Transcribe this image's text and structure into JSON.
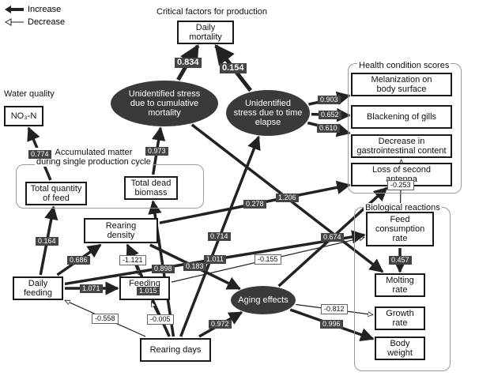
{
  "legend": {
    "increase": "Increase",
    "decrease": "Decrease"
  },
  "sections": {
    "critical": "Critical factors for production",
    "health": "Health condition scores",
    "water": "Water quality",
    "accumulated": "Accumulated matter\nduring single production cycle",
    "biological": "Biological reactions"
  },
  "nodes": {
    "daily_mortality": "Daily\nmortality",
    "stress_cum": "Unidentified stress\ndue to cumulative\nmortality",
    "stress_time": "Unidentified\nstress due to time\nelapse",
    "melanization": "Melanization on\nbody surface",
    "gills": "Blackening of gills",
    "gi": "Decrease in\ngastrointestinal content",
    "antenna": "Loss of second\nantenna",
    "no3": "NO₃-N",
    "total_feed": "Total quantity\nof feed",
    "dead_biomass": "Total dead\nbiomass",
    "rearing_density": "Rearing\ndensity",
    "daily_feeding": "Daily\nfeeding",
    "feeding_rate": "Feeding\nrate",
    "rearing_days": "Rearing days",
    "aging": "Aging effects",
    "feed_consumption": "Feed\nconsumption\nrate",
    "molting": "Molting\nrate",
    "growth": "Growth\nrate",
    "body_weight": "Body\nweight"
  },
  "edges": [
    {
      "from": "stress_cum",
      "to": "daily_mortality",
      "label": "0.834",
      "type": "increase"
    },
    {
      "from": "stress_time",
      "to": "daily_mortality",
      "label": "0.154",
      "type": "increase"
    },
    {
      "from": "stress_time",
      "to": "melanization",
      "label": "0.903",
      "type": "increase"
    },
    {
      "from": "stress_time",
      "to": "gills",
      "label": "0.652",
      "type": "increase"
    },
    {
      "from": "stress_time",
      "to": "gi",
      "label": "0.610",
      "type": "increase"
    },
    {
      "from": "total_feed",
      "to": "no3",
      "label": "0.774",
      "type": "increase"
    },
    {
      "from": "dead_biomass",
      "to": "stress_cum",
      "label": "0.973",
      "type": "increase"
    },
    {
      "from": "rearing_density",
      "to": "antenna",
      "label": "0.278",
      "type": "increase"
    },
    {
      "from": "feed_consumption",
      "to": "gi",
      "label": "-0.253",
      "type": "decrease"
    },
    {
      "from": "rearing_days",
      "to": "stress_time",
      "label": "0.714",
      "type": "increase"
    },
    {
      "from": "rearing_days",
      "to": "dead_biomass",
      "label": "0.898",
      "type": "increase"
    },
    {
      "from": "stress_cum",
      "to": "molting",
      "label": "1.206",
      "type": "increase"
    },
    {
      "from": "rearing_days",
      "to": "aging",
      "label": "0.972",
      "type": "increase"
    },
    {
      "from": "aging",
      "to": "antenna",
      "label": "0.674",
      "type": "increase"
    },
    {
      "from": "rearing_days",
      "to": "rearing_density",
      "label": "1.015",
      "type": "increase"
    },
    {
      "from": "daily_feeding",
      "to": "total_feed",
      "label": "0.164",
      "type": "increase"
    },
    {
      "from": "daily_feeding",
      "to": "rearing_density",
      "label": "0.686",
      "type": "increase"
    },
    {
      "from": "rearing_density",
      "to": "feeding_rate",
      "label": "-1.121",
      "type": "decrease"
    },
    {
      "from": "rearing_density",
      "to": "aging",
      "label": "0.183",
      "type": "increase"
    },
    {
      "from": "feeding_rate",
      "to": "feed_consumption",
      "label": "-0.155",
      "type": "decrease"
    },
    {
      "from": "daily_feeding",
      "to": "feed_consumption",
      "label": "1.011",
      "type": "increase"
    },
    {
      "from": "daily_feeding",
      "to": "feeding_rate",
      "label": "1.071",
      "type": "increase"
    },
    {
      "from": "rearing_days",
      "to": "feeding_rate",
      "label": "-0.005",
      "type": "decrease"
    },
    {
      "from": "rearing_days",
      "to": "daily_feeding",
      "label": "-0.558",
      "type": "decrease"
    },
    {
      "from": "feed_consumption",
      "to": "molting",
      "label": "0.457",
      "type": "increase"
    },
    {
      "from": "aging",
      "to": "growth",
      "label": "-0.812",
      "type": "decrease"
    },
    {
      "from": "aging",
      "to": "body_weight",
      "label": "0.996",
      "type": "increase"
    }
  ]
}
